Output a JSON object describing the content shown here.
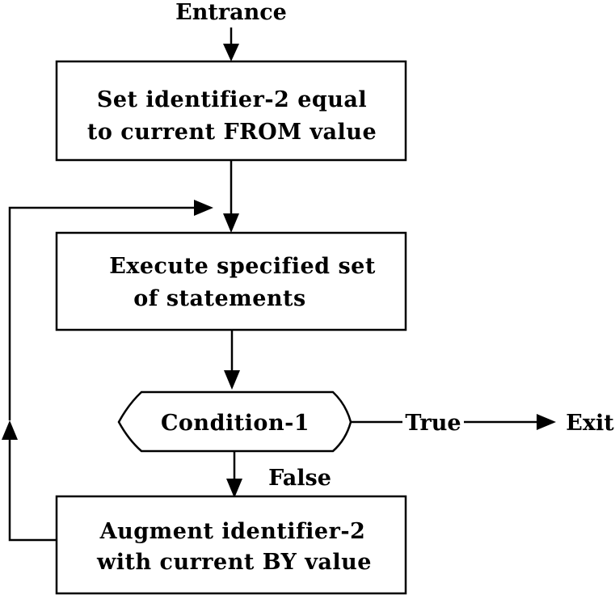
{
  "diagram": {
    "entrance_label": "Entrance",
    "box_set": {
      "line1": "Set identifier-2 equal",
      "line2": "to current FROM value"
    },
    "box_execute": {
      "line1": "Execute specified set",
      "line2": "of statements"
    },
    "condition": {
      "label": "Condition-1"
    },
    "true_label": "True",
    "exit_label": "Exit",
    "false_label": "False",
    "box_augment": {
      "line1": "Augment identifier-2",
      "line2": "with current BY value"
    }
  }
}
